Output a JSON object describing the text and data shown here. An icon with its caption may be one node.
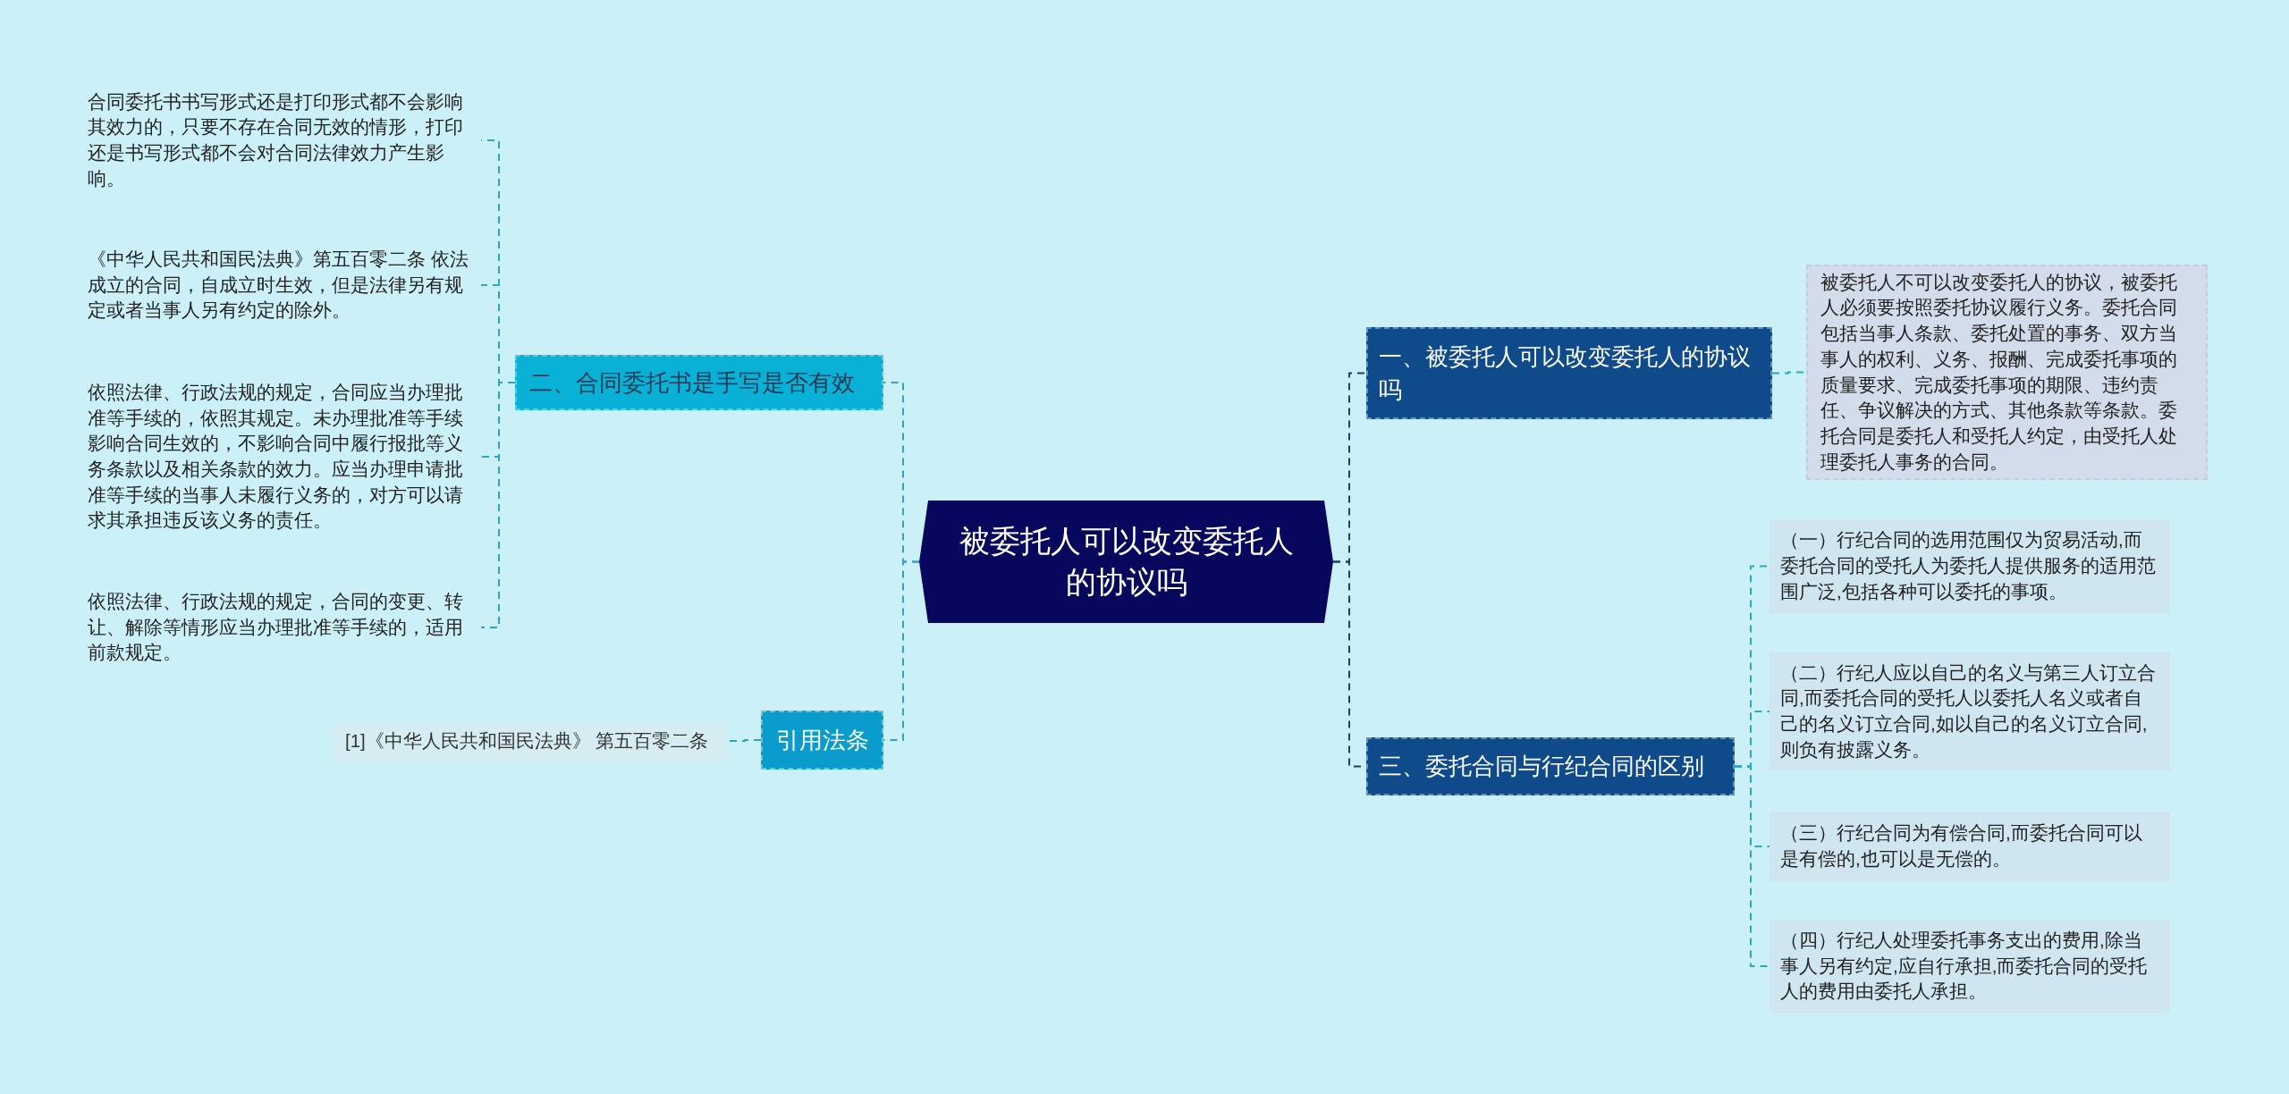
{
  "diagram": {
    "nodes": [
      {
        "text": [
          "被委托人可以改变委托人的协议吗"
        ]
      },
      {
        "text": [
          "一、被委托人可以改变委托人的协议吗"
        ]
      },
      {
        "text": [
          "被委托人不可以改变委托人的协议，被委托人必须要按照委托协议履行义务。委托合同包括当事人条款、委托处置的事务、双方当事人的权利、义务、报酬、完成委托事项的质量要求、完成委托事项的期限、违约责任、争议解决的方式、其他条款等条款。委托合同是委托人和受托人约定，由受托人处理委托人事务的合同。"
        ]
      },
      {
        "text": [
          "二、合同委托书是手写是否有效"
        ]
      },
      {
        "text": [
          "合同委托书书写形式还是打印形式都不会影响其效力的，只要不存在合同无效的情形，打印还是书写形式都不会对合同法律效力产生影响。"
        ]
      },
      {
        "text": [
          "《中华人民共和国民法典》第五百零二条 依法成立的合同，自成立时生效，但是法律另有规定或者当事人另有约定的除外。"
        ]
      },
      {
        "text": [
          "依照法律、行政法规的规定，合同应当办理批准等手续的，依照其规定。未办理批准等手续影响合同生效的，不影响合同中履行报批等义务条款以及相关条款的效力。应当办理申请批准等手续的当事人未履行义务的，对方可以请求其承担违反该义务的责任。"
        ]
      },
      {
        "text": [
          "依照法律、行政法规的规定，合同的变更、转让、解除等情形应当办理批准等手续的，适用前款规定。"
        ]
      },
      {
        "text": [
          "引用法条"
        ]
      },
      {
        "text": [
          "[1]《中华人民共和国民法典》 第五百零二条"
        ]
      },
      {
        "text": [
          "三、委托合同与行纪合同的区别"
        ]
      },
      {
        "text": [
          "（一）行纪合同的选用范围仅为贸易活动,而委托合同的受托人为委托人提供服务的适用范围广泛,包括各种可以委托的事项。"
        ]
      },
      {
        "text": [
          "（二）行纪人应以自己的名义与第三人订立合同,而委托合同的受托人以委托人名义或者自己的名义订立合同,如以自己的名义订立合同,则负有披露义务。"
        ]
      },
      {
        "text": [
          "（三）行纪合同为有偿合同,而委托合同可以是有偿的,也可以是无偿的。"
        ]
      },
      {
        "text": [
          "（四）行纪人处理委托事务支出的费用,除当事人另有约定,应自行承担,而委托合同的受托人的费用由委托人承担。"
        ]
      }
    ],
    "edges": [
      {
        "from": 0,
        "to": 1,
        "arrow": "none",
        "color": "#17406d"
      },
      {
        "from": 1,
        "to": 2,
        "arrow": "none"
      },
      {
        "from": 0,
        "to": 3,
        "arrow": "none"
      },
      {
        "from": 3,
        "to": 4,
        "arrow": "none"
      },
      {
        "from": 3,
        "to": 5,
        "arrow": "none"
      },
      {
        "from": 3,
        "to": 6,
        "arrow": "none"
      },
      {
        "from": 3,
        "to": 7,
        "arrow": "none"
      },
      {
        "from": 0,
        "to": 8,
        "arrow": "none"
      },
      {
        "from": 8,
        "to": 9,
        "arrow": "none"
      },
      {
        "from": 0,
        "to": 10,
        "arrow": "none",
        "color": "#17406d"
      },
      {
        "from": 10,
        "to": 11,
        "arrow": "none"
      },
      {
        "from": 10,
        "to": 12,
        "arrow": "none"
      },
      {
        "from": 10,
        "to": 13,
        "arrow": "none"
      },
      {
        "from": 10,
        "to": 14,
        "arrow": "none"
      }
    ]
  }
}
